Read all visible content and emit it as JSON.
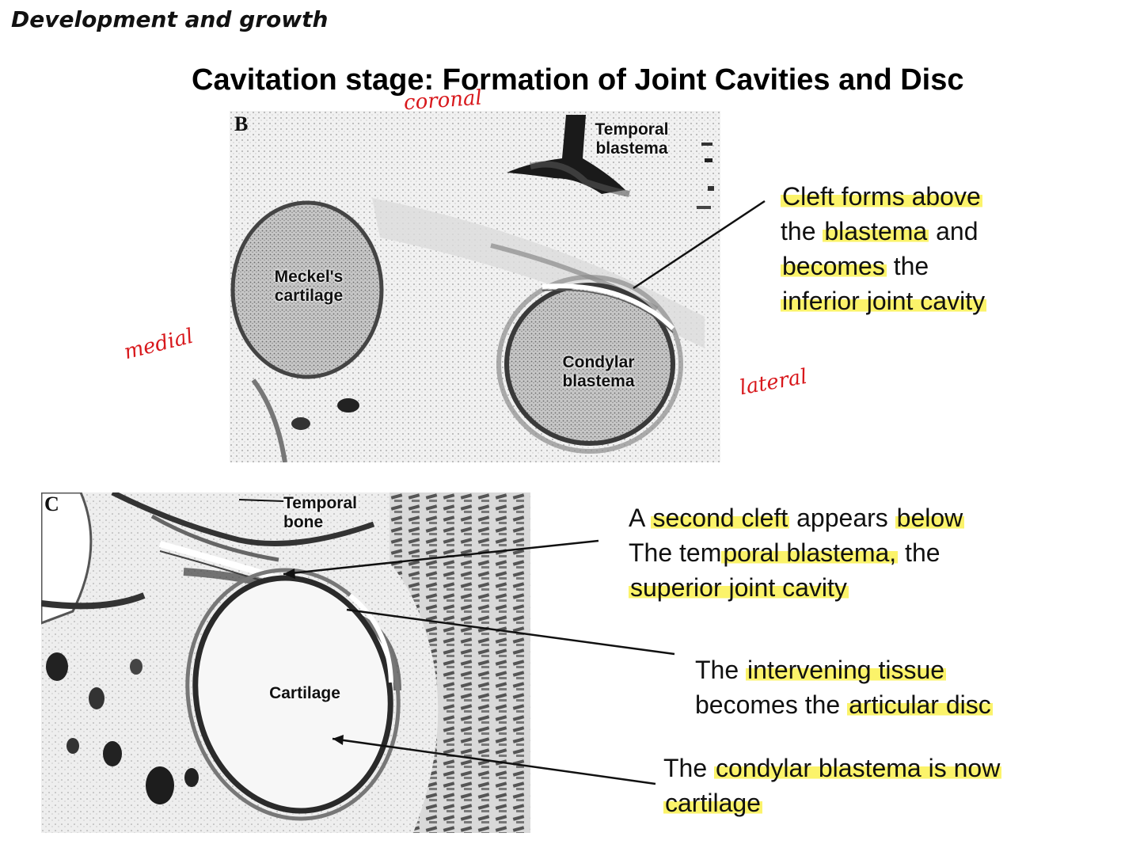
{
  "header": {
    "title": "Development and growth"
  },
  "slide": {
    "title": "Cavitation stage: Formation of Joint Cavities and Disc"
  },
  "panel_b": {
    "letter": "B",
    "labels": {
      "temporal_line1": "Temporal",
      "temporal_line2": "blastema",
      "meckel_line1": "Meckel's",
      "meckel_line2": "cartilage",
      "condylar_line1": "Condylar",
      "condylar_line2": "blastema"
    }
  },
  "panel_c": {
    "letter": "C",
    "labels": {
      "temporal_line1": "Temporal",
      "temporal_line2": "bone",
      "cartilage": "Cartilage"
    }
  },
  "handwritten": {
    "coronal": "coronal",
    "medial": "medial",
    "lateral": "lateral"
  },
  "notes": {
    "cleft1": {
      "l1": "Cleft forms above",
      "l2a": "the ",
      "l2b": "blastema",
      "l2c": " and",
      "l3a": "becomes",
      "l3b": " the",
      "l4": "inferior joint cavity"
    },
    "cleft2": {
      "l1a": "A ",
      "l1b": "second cleft",
      "l1c": " appears ",
      "l1d": "below",
      "l2a": "The tem",
      "l2b": "poral blastema,",
      "l2c": " the",
      "l3": "superior joint cavity"
    },
    "disc": {
      "l1a": "The ",
      "l1b": "intervening tissue",
      "l2a": "becomes the ",
      "l2b": "articular disc"
    },
    "condyle": {
      "l1a": "The ",
      "l1b": "condylar blastema is now",
      "l2": "cartilage"
    }
  },
  "colors": {
    "highlight": "#fbf36a",
    "annotation_ink": "#d8181c"
  }
}
